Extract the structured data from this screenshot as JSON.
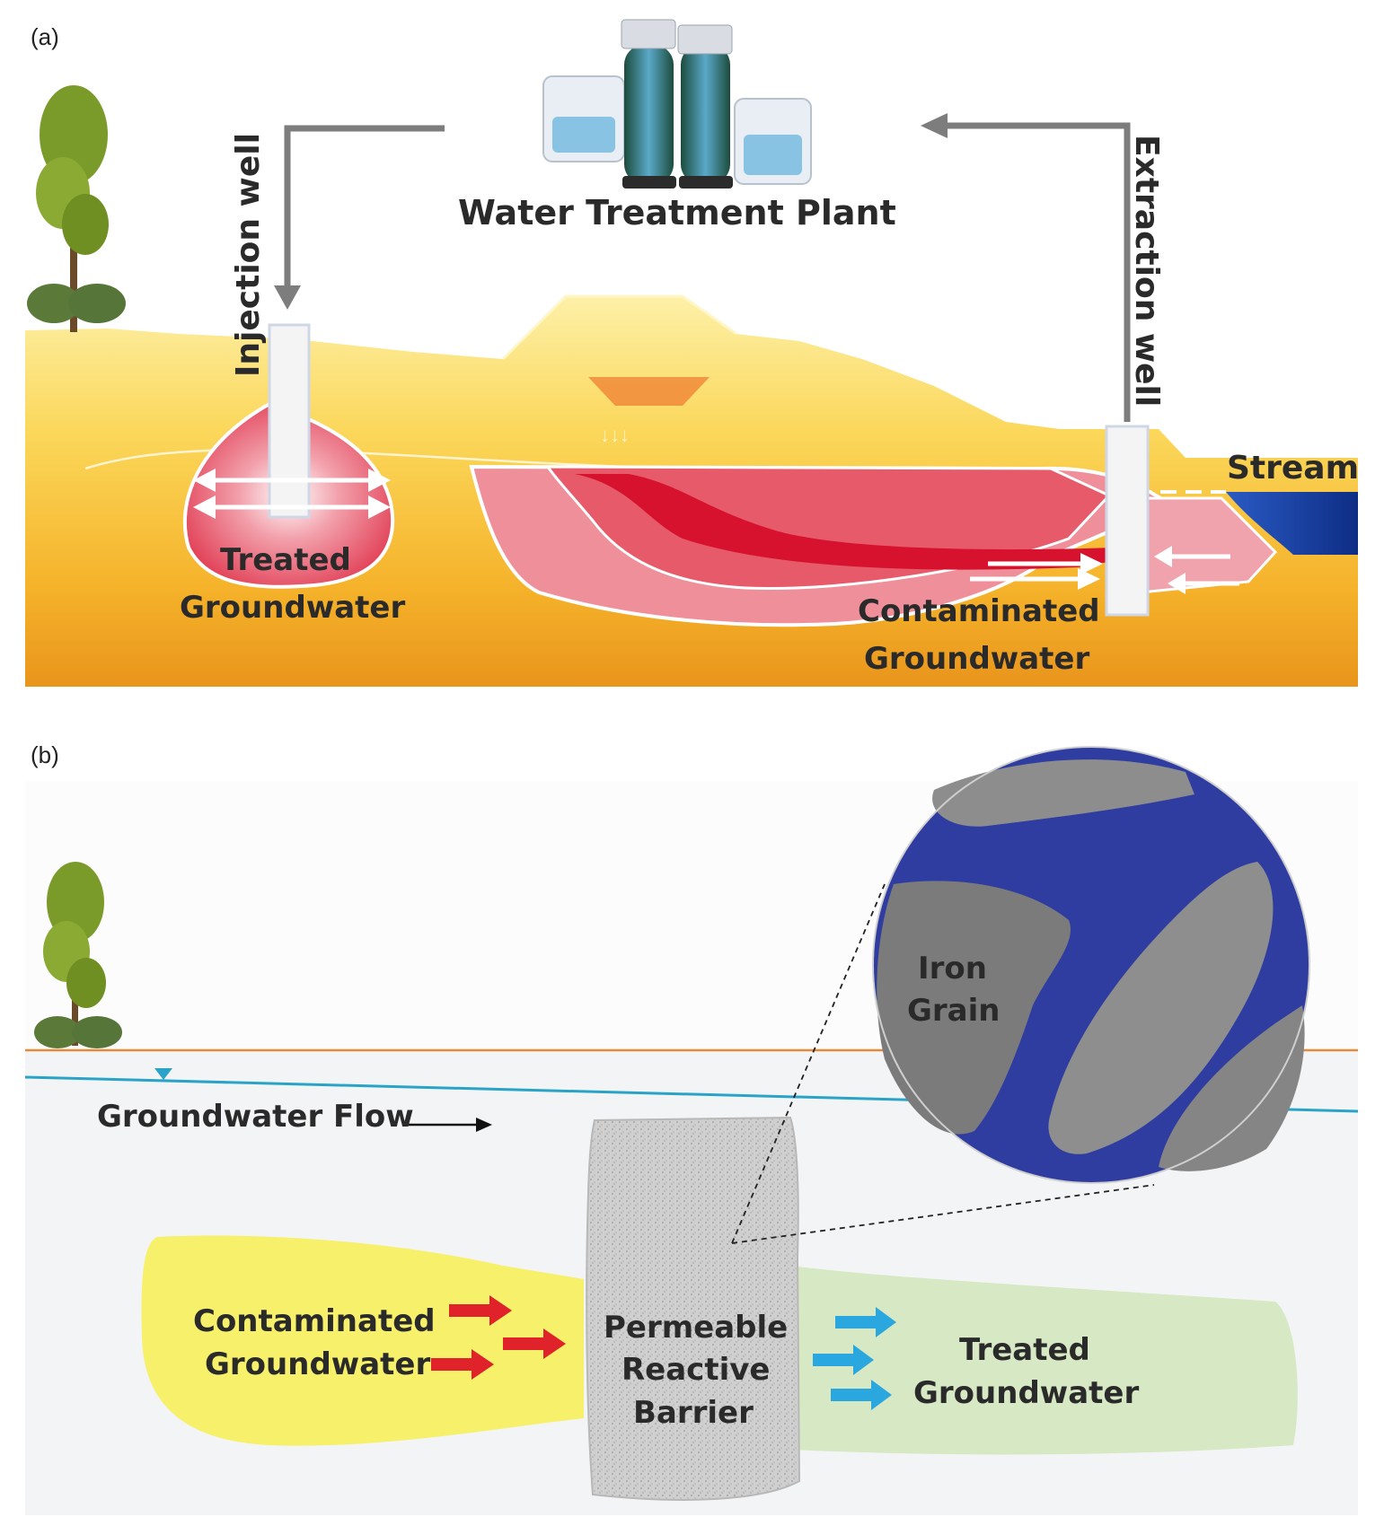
{
  "panel_a": {
    "label": "(a)",
    "plant_label": "Water Treatment Plant",
    "injection_label": "Injection well",
    "extraction_label": "Extraction well",
    "treated_label_1": "Treated",
    "treated_label_2": "Groundwater",
    "contaminated_label_1": "Contaminated",
    "contaminated_label_2": "Groundwater",
    "stream_label": "Stream"
  },
  "panel_b": {
    "label": "(b)",
    "flow_label": "Groundwater Flow",
    "iron_label_1": "Iron",
    "iron_label_2": "Grain",
    "contaminated_label_1": "Contaminated",
    "contaminated_label_2": "Groundwater",
    "barrier_label_1": "Permeable",
    "barrier_label_2": "Reactive",
    "barrier_label_3": "Barrier",
    "treated_label_1": "Treated",
    "treated_label_2": "Groundwater"
  },
  "colors": {
    "soil_top": "#fbe27a",
    "soil_bottom": "#f3a21c",
    "plume": "#e2324a",
    "plume_light": "#ee8a95",
    "stream": "#1d47a5",
    "pipe": "#7a7a7a",
    "water_table": "#2aa3c8",
    "ground_line": "#e8893a",
    "contaminated_zone": "#f7f06a",
    "treated_zone": "#d7e8c4",
    "barrier": "#c9c9c9",
    "magnifier_bg": "#2f3ca0",
    "red_arrow": "#e0222a",
    "blue_arrow": "#2aa7df"
  }
}
